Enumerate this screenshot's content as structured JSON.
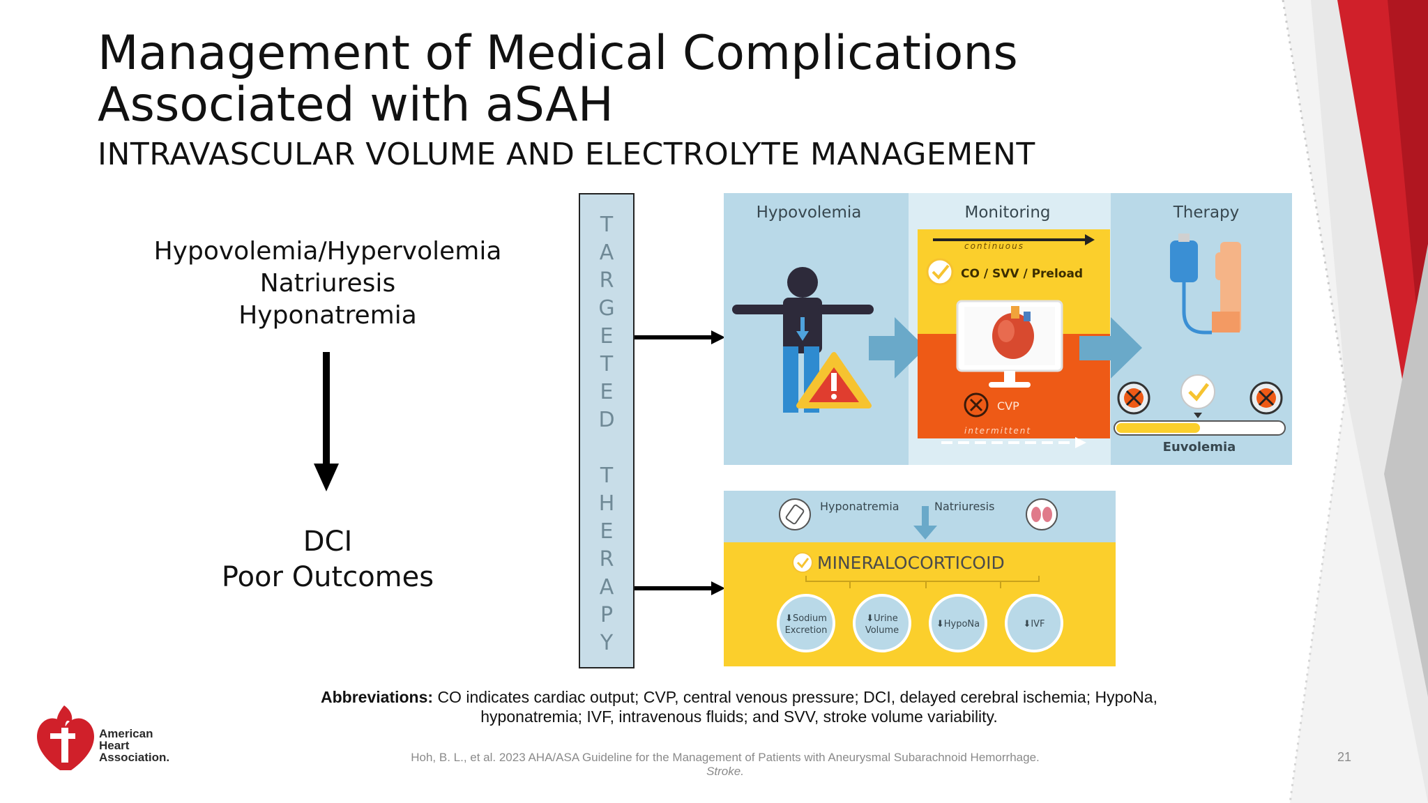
{
  "slide": {
    "title": "Management of Medical Complications Associated with aSAH",
    "subtitle": "INTRAVASCULAR VOLUME AND ELECTROLYTE MANAGEMENT",
    "causes": [
      "Hypovolemia/Hypervolemia",
      "Natriuresis",
      "Hyponatremia"
    ],
    "outcomes": [
      "DCI",
      "Poor Outcomes"
    ],
    "targeted_therapy": [
      "T",
      "A",
      "R",
      "G",
      "E",
      "T",
      "E",
      "D",
      "",
      "T",
      "H",
      "E",
      "R",
      "A",
      "P",
      "Y"
    ],
    "abbreviations_label": "Abbreviations:",
    "abbreviations_text": "CO indicates cardiac output; CVP, central venous pressure; DCI, delayed cerebral ischemia; HypoNa, hyponatremia; IVF, intravenous fluids; and SVV, stroke volume variability.",
    "citation": "Hoh, B. L., et al. 2023 AHA/ASA Guideline for the Management of Patients with Aneurysmal Subarachnoid Hemorrhage.",
    "citation_journal": "Stroke.",
    "page_number": "21",
    "logo_text": [
      "American",
      "Heart",
      "Association."
    ]
  },
  "figure_top": {
    "headers": [
      "Hypovolemia",
      "Monitoring",
      "Therapy"
    ],
    "continuous": "continuous",
    "co_svv": "CO / SVV / Preload",
    "cvp": "CVP",
    "intermittent": "intermittent",
    "euvolemia": "Euvolemia"
  },
  "figure_bottom": {
    "hyponatremia": "Hyponatremia",
    "natriuresis": "Natriuresis",
    "mineralocorticoid": "MINERALOCORTICOID",
    "circles": [
      [
        "⬇Sodium",
        "Excretion"
      ],
      [
        "⬇Urine",
        "Volume"
      ],
      [
        "⬇HypoNa",
        ""
      ],
      [
        "⬇IVF",
        ""
      ]
    ]
  },
  "colors": {
    "panel_blue": "#b9d9e8",
    "panel_yellow": "#fbcf2c",
    "panel_orange": "#ee5a16",
    "brand_red": "#d0202a"
  }
}
